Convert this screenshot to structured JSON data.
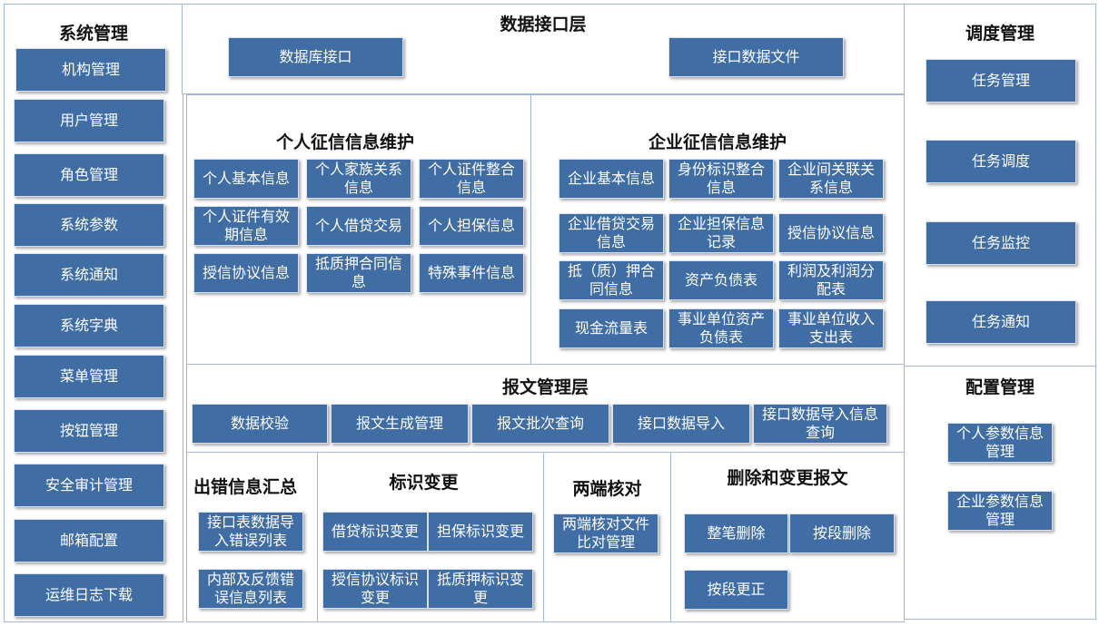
{
  "system": {
    "title": "系统管理",
    "items": [
      "机构管理",
      "用户管理",
      "角色管理",
      "系统参数",
      "系统通知",
      "系统字典",
      "菜单管理",
      "按钮管理",
      "安全审计管理",
      "邮箱配置",
      "运维日志下载"
    ]
  },
  "interface": {
    "title": "数据接口层",
    "items": [
      "数据库接口",
      "接口数据文件"
    ]
  },
  "personal": {
    "title": "个人征信信息维护",
    "items": [
      "个人基本信息",
      "个人家族关系信息",
      "个人证件整合信息",
      "个人证件有效期信息",
      "个人借贷交易",
      "个人担保信息",
      "授信协议信息",
      "抵质押合同信息",
      "特殊事件信息"
    ]
  },
  "enterprise": {
    "title": "企业征信信息维护",
    "items": [
      "企业基本信息",
      "身份标识整合信息",
      "企业间关联关系信息",
      "企业借贷交易信息",
      "企业担保信息记录",
      "授信协议信息",
      "抵（质）押合同信息",
      "资产负债表",
      "利润及利润分配表",
      "现金流量表",
      "事业单位资产负债表",
      "事业单位收入支出表"
    ]
  },
  "report": {
    "title": "报文管理层",
    "items": [
      "数据校验",
      "报文生成管理",
      "报文批次查询",
      "接口数据导入",
      "接口数据导入信息查询"
    ]
  },
  "errors": {
    "title": "出错信息汇总",
    "items": [
      "接口表数据导入错误列表",
      "内部及反馈错误信息列表"
    ]
  },
  "idchange": {
    "title": "标识变更",
    "items": [
      "借贷标识变更",
      "担保标识变更",
      "授信协议标识变更",
      "抵质押标识变更"
    ]
  },
  "reconcile": {
    "title": "两端核对",
    "items": [
      "两端核对文件比对管理"
    ]
  },
  "delete": {
    "title": "删除和变更报文",
    "items": [
      "整笔删除",
      "按段删除",
      "按段更正"
    ]
  },
  "schedule": {
    "title": "调度管理",
    "items": [
      "任务管理",
      "任务调度",
      "任务监控",
      "任务通知"
    ]
  },
  "config": {
    "title": "配置管理",
    "items": [
      "个人参数信息管理",
      "企业参数信息管理"
    ]
  },
  "colors": {
    "box": "#3f6da4",
    "border": "#9fb6d4"
  }
}
